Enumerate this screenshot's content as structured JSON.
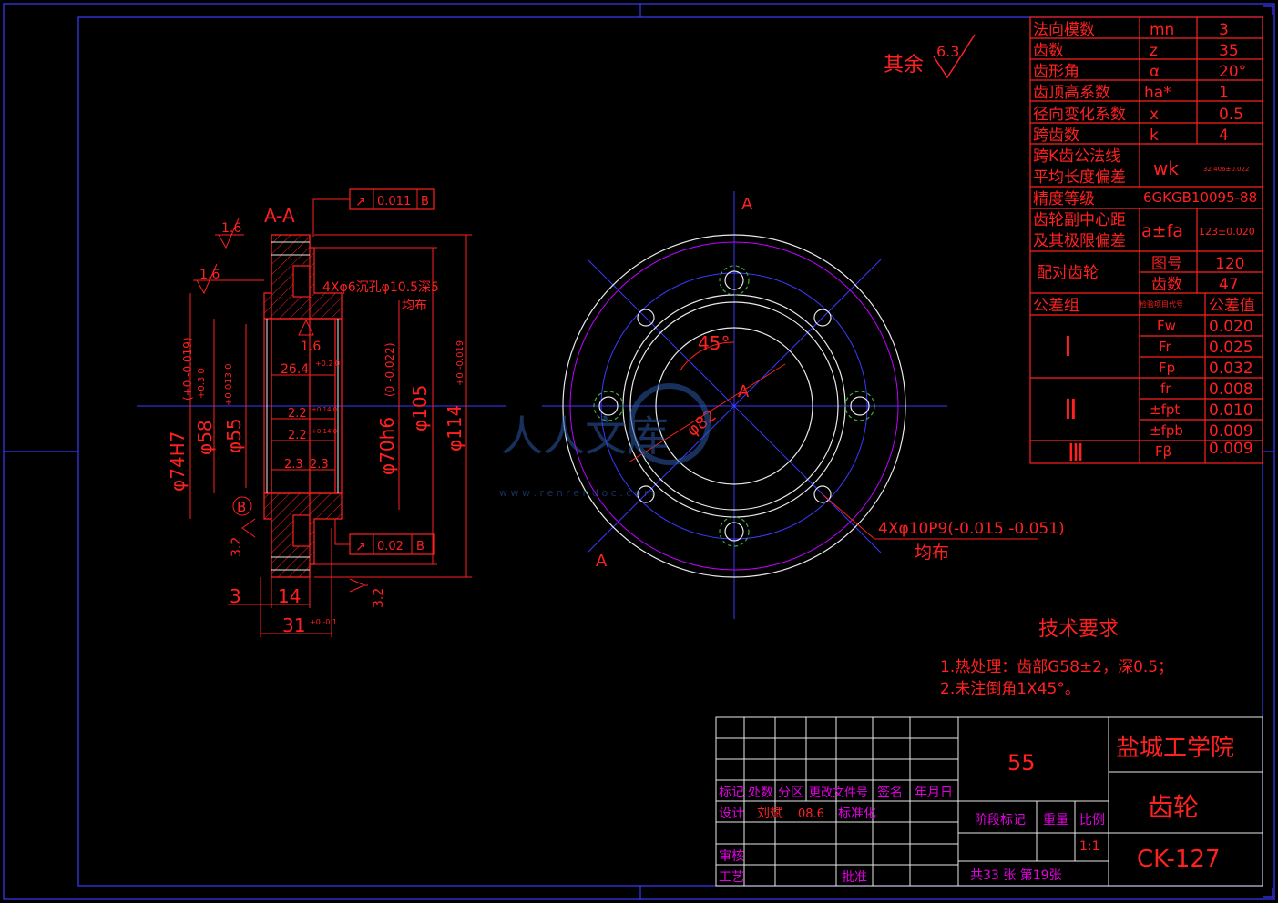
{
  "surface_finish": {
    "label": "其余",
    "value": "6.3"
  },
  "params": [
    {
      "name": "法向模数",
      "symbol": "mn",
      "value": "3"
    },
    {
      "name": "齿数",
      "symbol": "z",
      "value": "35"
    },
    {
      "name": "齿形角",
      "symbol": "α",
      "value": "20°"
    },
    {
      "name": "齿顶高系数",
      "symbol": "ha*",
      "value": "1"
    },
    {
      "name": "径向变化系数",
      "symbol": "x",
      "value": "0.5"
    },
    {
      "name": "跨齿数",
      "symbol": "k",
      "value": "4"
    }
  ],
  "wk_row": {
    "name1": "跨K齿公法线",
    "name2": "平均长度偏差",
    "symbol": "wk",
    "value": "32.406±0.022"
  },
  "accuracy_row": {
    "name": "精度等级",
    "value": "6GKGB10095-88"
  },
  "center_row": {
    "name1": "齿轮副中心距",
    "name2": "及其极限偏差",
    "symbol": "a±fa",
    "value": "123±0.020"
  },
  "mating_row": {
    "name": "配对齿轮",
    "k1": "图号",
    "v1": "120",
    "k2": "齿数",
    "v2": "47"
  },
  "tol_header": {
    "group": "公差组",
    "item": "检验项目代号",
    "value": "公差值"
  },
  "tol_groups": [
    "Ⅰ",
    "Ⅱ",
    "Ⅲ"
  ],
  "tol_rows": [
    {
      "code": "Fw",
      "value": "0.020"
    },
    {
      "code": "Fr",
      "value": "0.025"
    },
    {
      "code": "Fp",
      "value": "0.032"
    },
    {
      "code": "fr",
      "value": "0.008"
    },
    {
      "code": "±fpt",
      "value": "0.010"
    },
    {
      "code": "±fpb",
      "value": "0.009"
    },
    {
      "code": "Fβ",
      "value": "0.009"
    }
  ],
  "section": {
    "title": "A-A",
    "tol_frame_top": {
      "symbol": "↗",
      "value": "0.011",
      "datum": "B"
    },
    "tol_frame_bottom": {
      "symbol": "↗",
      "value": "0.02",
      "datum": "B"
    },
    "rough_top1": "1.6",
    "rough_top2": "1.6",
    "rough_inner": "1.6",
    "rough_left": "3.2",
    "rough_right": "3.2",
    "hole_note": "4Xφ6沉孔φ10.5深5",
    "hole_note2": "均布",
    "datum": "B",
    "dims_vertical": [
      "φ74H7",
      "φ58",
      "φ55",
      "φ70h6",
      "φ105",
      "φ114"
    ],
    "dims_vertical_tol": [
      "(+0 -0.019)",
      "+0.3 0",
      "+0.013 0",
      "(0 -0.022)",
      "",
      "+0 -0.019"
    ],
    "dims_horizontal": [
      "26.4",
      "2.2",
      "2.2",
      "2.3",
      "2.3"
    ],
    "dims_horizontal_tol": [
      "+0.2 0",
      "+0.14 0",
      "+0.14 0",
      "",
      ""
    ],
    "dims_bottom": [
      "3",
      "14",
      "31"
    ],
    "dims_bottom_tol": [
      "",
      "",
      "+0 -0.1"
    ]
  },
  "front_view": {
    "label_a_top": "A",
    "label_a_center": "A",
    "label_a_bottom": "A",
    "angle": "45°",
    "dia": "φ82",
    "hole_note": "4Xφ10P9(-0.015 -0.051)",
    "hole_note2": "均布"
  },
  "watermark": {
    "text": "人人文库",
    "url": "w w w . r e n r e n d o c . c o m"
  },
  "tech_req": {
    "title": "技术要求",
    "line1": "1.热处理：齿部G58±2，深0.5；",
    "line2": "2.未注倒角1X45°。"
  },
  "title_block": {
    "school": "盐城工学院",
    "part_name": "齿轮",
    "drawing_no": "CK-127",
    "material_no": "55",
    "heads": [
      "标记",
      "处数",
      "分区",
      "更改文件号",
      "签名",
      "年月日"
    ],
    "design_label": "设计",
    "designer": "刘斌",
    "date": "08.6",
    "std_label": "标准化",
    "check_label": "审核",
    "process_label": "工艺",
    "approve_label": "批准",
    "stage_label": "阶段标记",
    "weight_label": "重量",
    "scale_label": "比例",
    "scale": "1:1",
    "sheets": "共33 张  第19张"
  }
}
